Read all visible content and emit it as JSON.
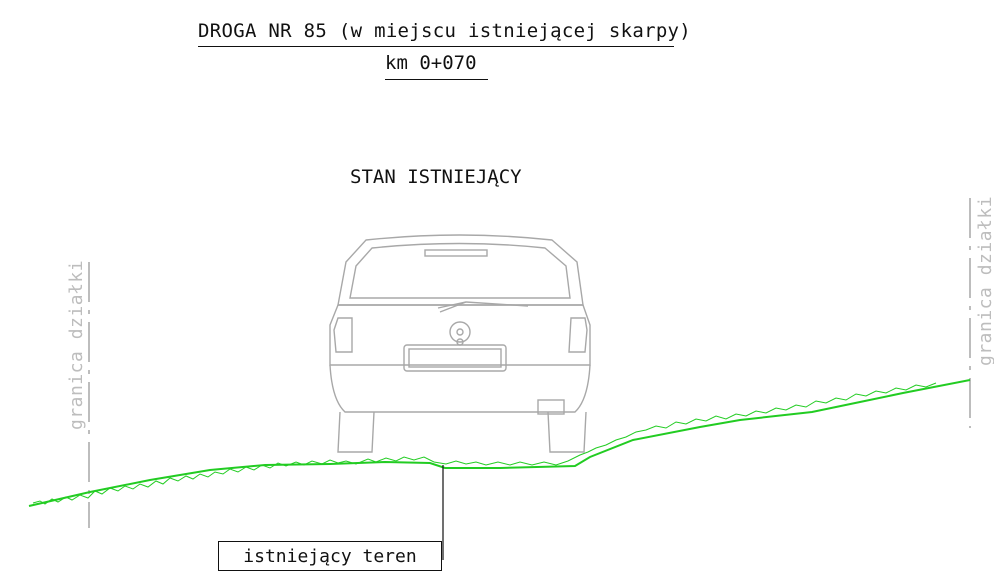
{
  "title": "DROGA NR 85 (w miejscu istniejącej skarpy)",
  "subtitle": "km 0+070",
  "state_label": "STAN ISTNIEJĄCY",
  "left_boundary_label": "granica działki",
  "right_boundary_label": "granica działki",
  "terrain_label": "istniejący teren",
  "colors": {
    "terrain": "#22cc22",
    "boundary": "#bdbdbd",
    "car_outline": "#a8a8a8",
    "text": "#111111"
  },
  "icons": {
    "car": "car-rear-view-icon"
  }
}
